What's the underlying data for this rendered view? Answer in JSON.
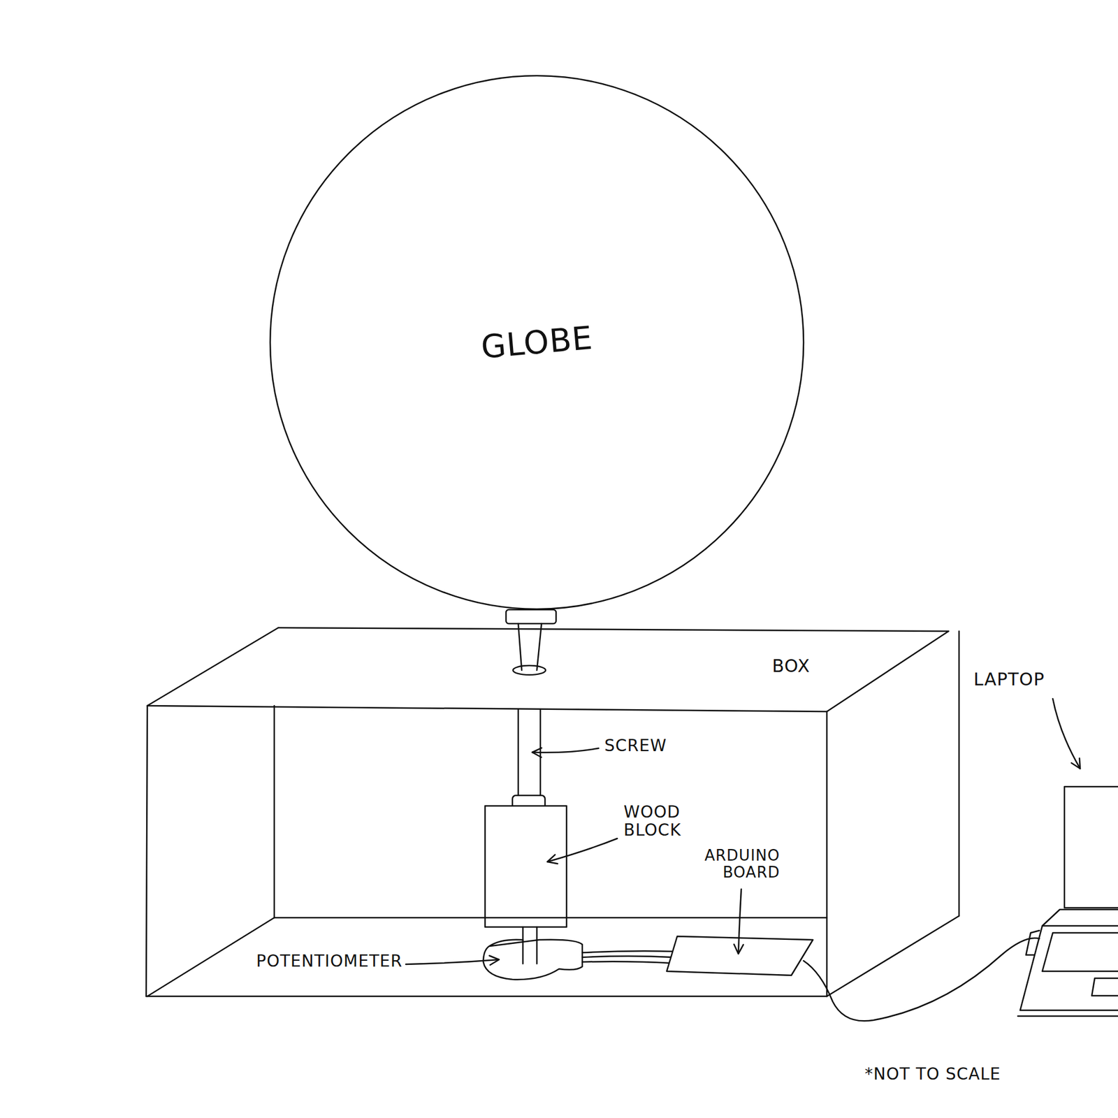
{
  "diagram": {
    "nodes": [
      {
        "text": [
          "GLOBE"
        ]
      },
      {
        "text": [
          "BOX"
        ]
      }
    ],
    "labels": [
      "SCREW",
      "WOOD BLOCK",
      "ARDUINO BOARD",
      "POTENTIOMETER",
      "LAPTOP",
      "*NOT TO SCALE"
    ]
  }
}
